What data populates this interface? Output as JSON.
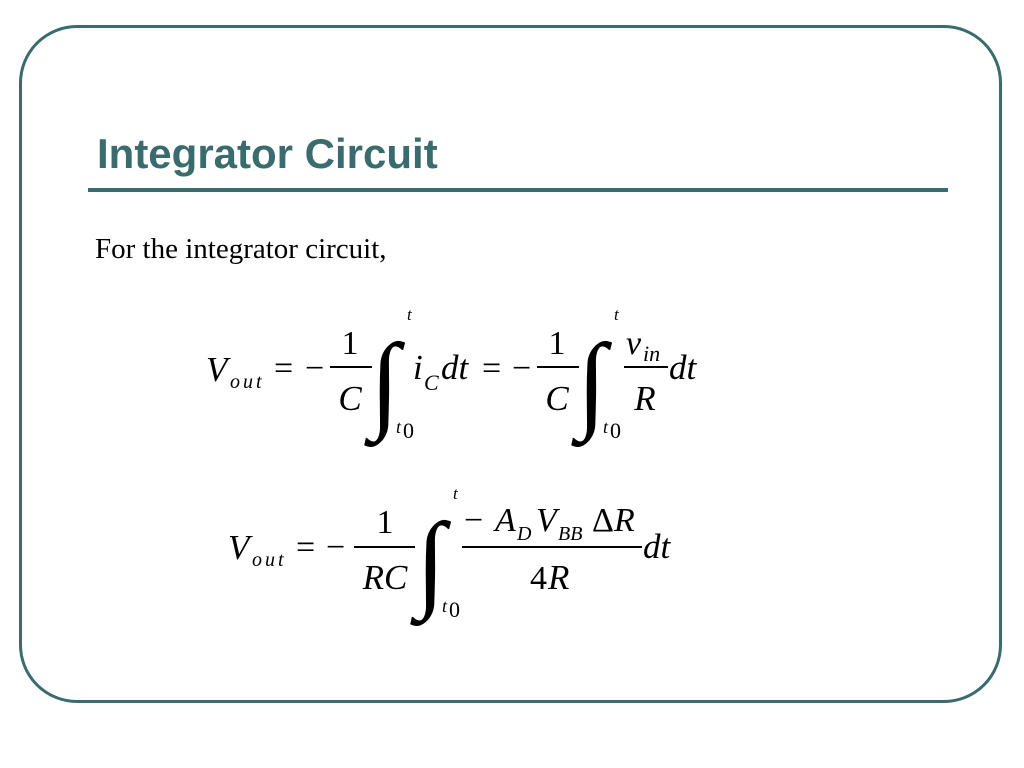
{
  "slide": {
    "title": "Integrator Circuit",
    "intro": "For the integrator circuit,"
  },
  "equation1": {
    "lhs_var": "V",
    "lhs_sub": "out",
    "eq": "=",
    "minus": "−",
    "frac1_num": "1",
    "frac1_den": "C",
    "integral": "∫",
    "upper_limit": "t",
    "lower_limit_t": "t",
    "lower_limit_sub": "0",
    "integrand1_var": "i",
    "integrand1_sub": "C",
    "differential": "dt",
    "eq2": "=",
    "minus2": "−",
    "frac2_num": "1",
    "frac2_den": "C",
    "integral2": "∫",
    "upper_limit2": "t",
    "lower_limit2_t": "t",
    "lower_limit2_sub": "0",
    "frac3_num_var": "v",
    "frac3_num_sub": "in",
    "frac3_den": "R",
    "differential2": "dt"
  },
  "equation2": {
    "lhs_var": "V",
    "lhs_sub": "out",
    "eq": "=",
    "minus": "−",
    "frac1_num": "1",
    "frac1_den": "RC",
    "integral": "∫",
    "upper_limit": "t",
    "lower_limit_t": "t",
    "lower_limit_sub": "0",
    "num_minus": "−",
    "num_A": "A",
    "num_A_sub": "D",
    "num_V": "V",
    "num_V_sub": "BB",
    "num_delta": "Δ",
    "num_R": "R",
    "den_4": "4",
    "den_R": "R",
    "differential": "dt"
  }
}
